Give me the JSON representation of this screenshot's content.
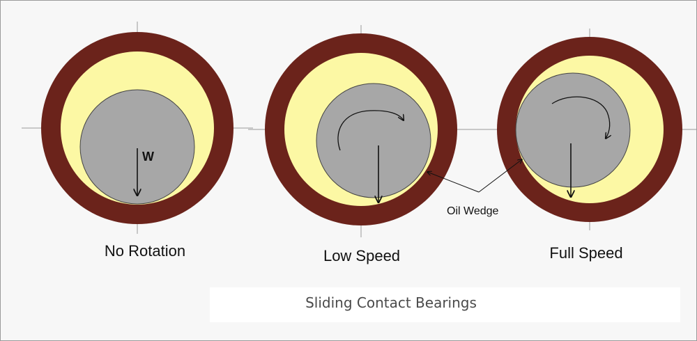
{
  "diagram": {
    "load_label": "W",
    "oil_wedge_label": "Oil Wedge",
    "caption": "Sliding Contact Bearings",
    "states": [
      {
        "label": "No Rotation"
      },
      {
        "label": "Low Speed"
      },
      {
        "label": "Full Speed"
      }
    ],
    "colors": {
      "bearing_shell": "#6b231b",
      "oil_film": "#fcf8a4",
      "journal": "#a7a7a7",
      "axis_lines": "#999999"
    }
  }
}
